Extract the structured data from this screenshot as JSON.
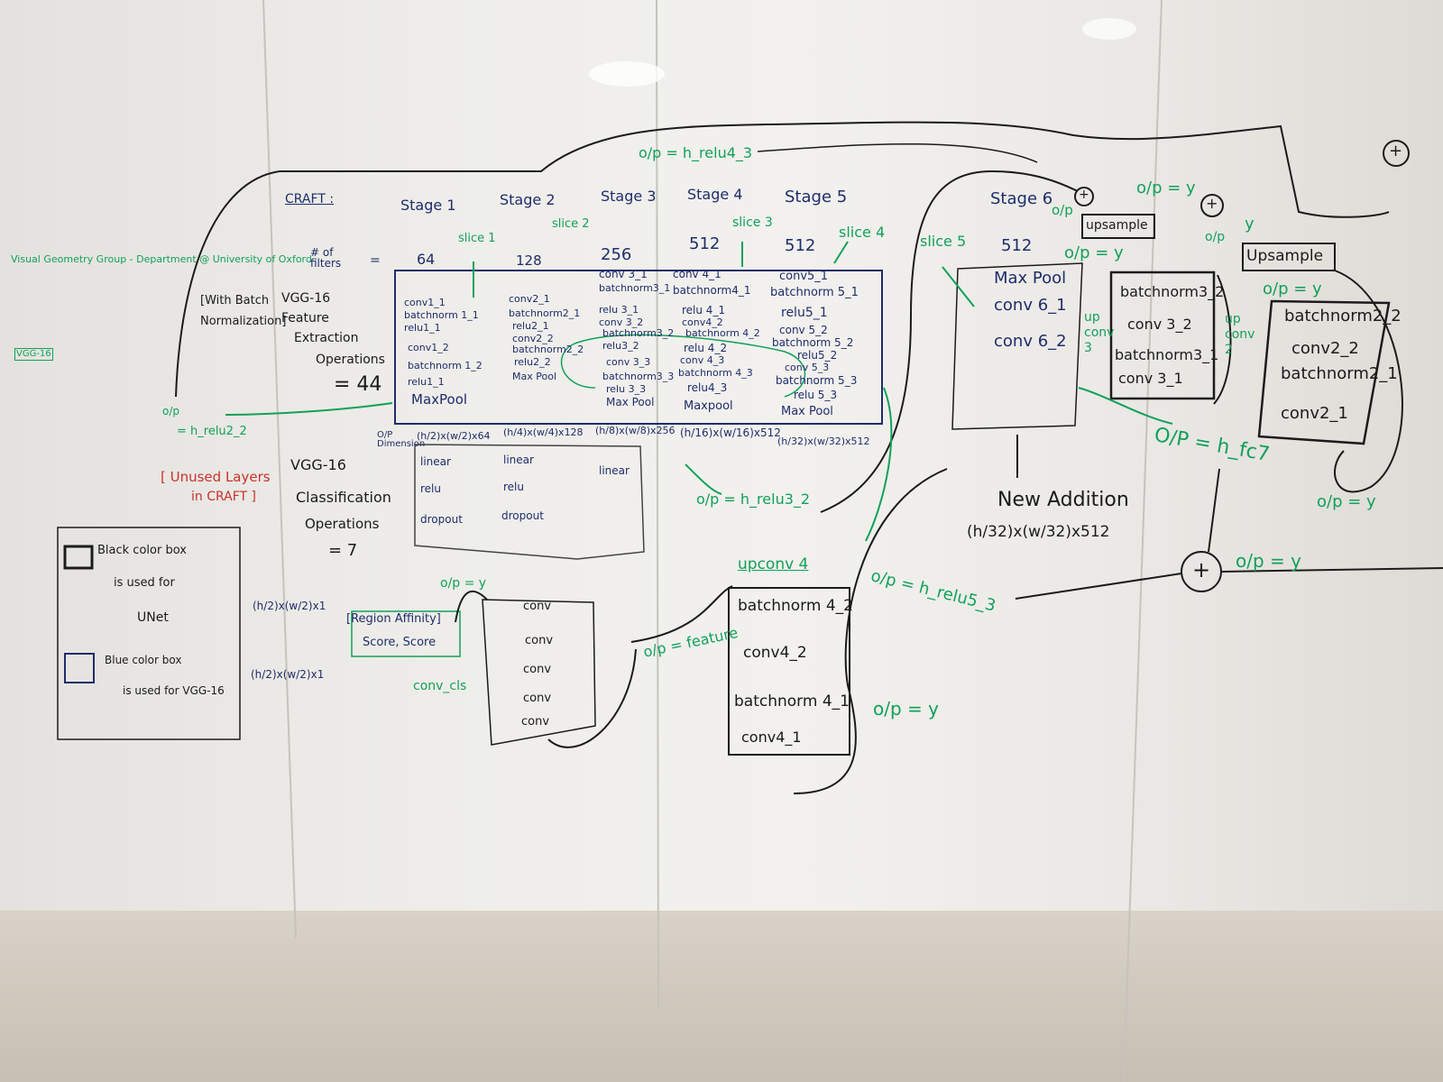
{
  "colors": {
    "black": "#1b1b1b",
    "blue": "#1f2d6b",
    "green": "#12a05a",
    "red": "#c8322b"
  },
  "header": {
    "source": "Visual Geometry Group - Department @ University of Oxford",
    "source_tag": "VGG-16",
    "craft": "CRAFT :",
    "stages": [
      "Stage 1",
      "Stage 2",
      "Stage 3",
      "Stage 4",
      "Stage 5",
      "Stage 6"
    ],
    "filters_label": "# of filters",
    "eq": "=",
    "filters": [
      "64",
      "128",
      "256",
      "512",
      "512",
      "512"
    ]
  },
  "slices": [
    "slice 1",
    "slice 2",
    "slice 3",
    "slice 4",
    "slice 5"
  ],
  "left_notes": {
    "with_bn": "[With Batch Normalization]",
    "feature_block": [
      "VGG-16",
      "Feature",
      "Extraction",
      "Operations",
      "= 44"
    ],
    "out_relu2": "o/p",
    "out_relu2_b": "= h_relu2_2",
    "unused_a": "[ Unused Layers",
    "unused_b": "in CRAFT ]",
    "classif_block": [
      "VGG-16",
      "Classification",
      "Operations",
      "= 7"
    ]
  },
  "stage1": [
    "conv1_1",
    "batchnorm 1_1",
    "relu1_1",
    "conv1_2",
    "batchnorm 1_2",
    "relu1_1",
    "MaxPool"
  ],
  "stage2": [
    "conv2_1",
    "batchnorm2_1",
    "relu2_1",
    "conv2_2",
    "batchnorm2_2",
    "relu2_2",
    "Max Pool"
  ],
  "stage3": [
    "conv 3_1",
    "batchnorm3_1",
    "relu 3_1",
    "conv 3_2",
    "batchnorm3_2",
    "relu3_2",
    "conv 3_3",
    "batchnorm3_3",
    "relu 3_3",
    "Max Pool"
  ],
  "stage4": [
    "conv 4_1",
    "batchnorm4_1",
    "relu 4_1",
    "conv4_2",
    "batchnorm 4_2",
    "relu 4_2",
    "conv 4_3",
    "batchnorm 4_3",
    "relu4_3",
    "Maxpool"
  ],
  "stage5": [
    "conv5_1",
    "batchnorm 5_1",
    "relu5_1",
    "conv 5_2",
    "batchnorm 5_2",
    "relu5_2",
    "conv 5_3",
    "batchnorm 5_3",
    "relu 5_3",
    "Max Pool"
  ],
  "stage6": [
    "Max Pool",
    "conv 6_1",
    "conv 6_2"
  ],
  "dims": {
    "label": "O/P Dimension",
    "values": [
      "(h/2)x(w/2)x64",
      "(h/4)x(w/4)x128",
      "(h/8)x(w/8)x256",
      "(h/16)x(w/16)x512",
      "(h/32)x(w/32)x512"
    ]
  },
  "classifier": {
    "cols": [
      [
        "linear",
        "relu",
        "dropout"
      ],
      [
        "linear",
        "relu",
        "dropout"
      ],
      [
        "linear"
      ]
    ]
  },
  "outputs": {
    "relu4_3": "o/p = h_relu4_3",
    "relu3_2": "o/p = h_relu3_2",
    "relu5_3": "o/p = h_relu5_3",
    "fc7": "O/P = h_fc7",
    "feature": "o/p = feature",
    "y": "o/p = y",
    "y_short": "y",
    "op": "o/p"
  },
  "new_addition": {
    "label": "New Addition",
    "dim": "(h/32)x(w/32)x512"
  },
  "upconv3": {
    "label": "up conv 3",
    "rows": [
      "batchnorm3_2",
      "conv 3_2",
      "batchnorm3_1",
      "conv 3_1"
    ]
  },
  "upconv2": {
    "label": "up conv 2",
    "rows": [
      "batchnorm2_2",
      "conv2_2",
      "batchnorm2_1",
      "conv2_1"
    ]
  },
  "upconv4": {
    "label": "upconv 4",
    "rows": [
      "batchnorm 4_2",
      "conv4_2",
      "batchnorm 4_1",
      "conv4_1"
    ]
  },
  "upsample": [
    "upsample",
    "Upsample"
  ],
  "conv_cls": {
    "label": "conv_cls",
    "rows": [
      "conv",
      "conv",
      "conv",
      "conv",
      "conv"
    ]
  },
  "outputs_left": {
    "dim1": "(h/2)x(w/2)x1",
    "dim2": "(h/2)x(w/2)x1",
    "region": "[Region Affinity]",
    "score": "Score, Score"
  },
  "legend": {
    "black_a": "Black color box",
    "black_b": "is used for",
    "black_c": "UNet",
    "blue_a": "Blue color box",
    "blue_b": "is used for VGG-16"
  },
  "plus": "+"
}
